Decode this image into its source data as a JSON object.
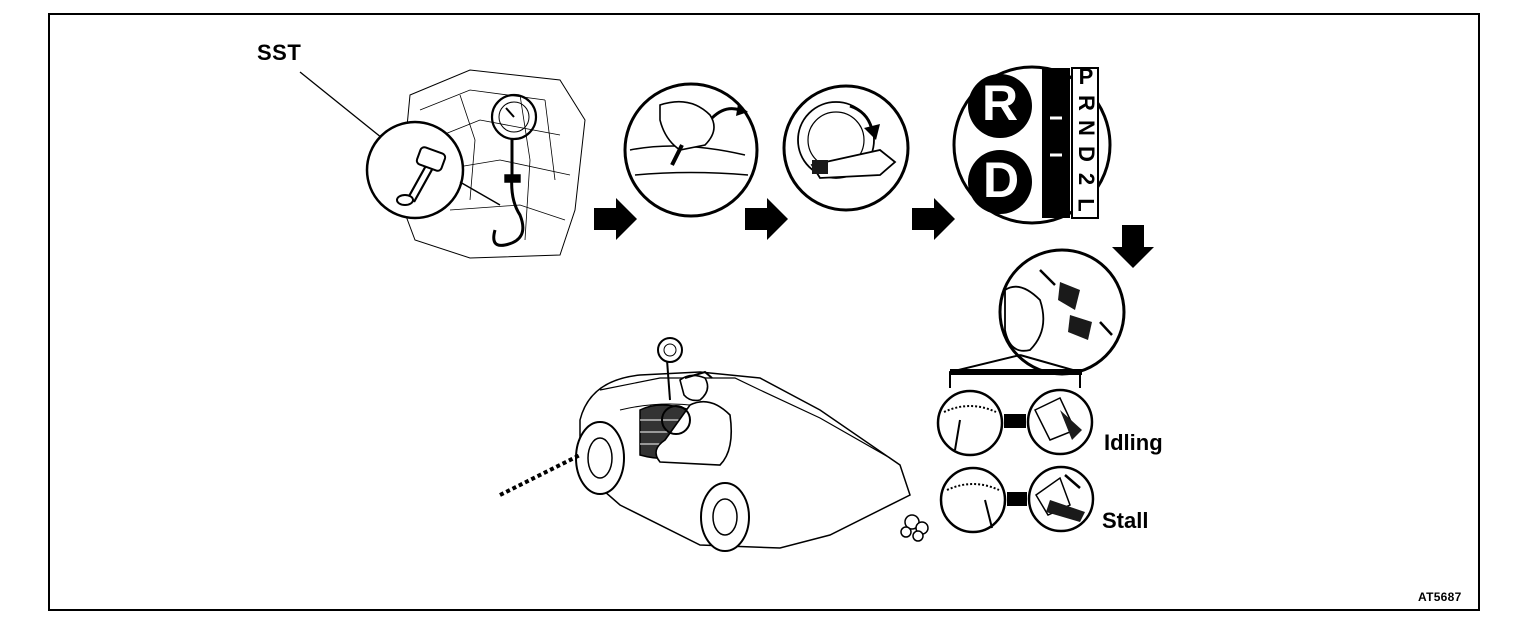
{
  "labels": {
    "sst": "SST",
    "idling": "Idling",
    "stall": "Stall",
    "figure_code": "AT5687"
  },
  "selector": {
    "reverse": "R",
    "drive": "D",
    "positions": [
      "P",
      "R",
      "N",
      "D",
      "2",
      "L"
    ]
  },
  "steps": [
    "install-pressure-gauge",
    "apply-parking-brake",
    "start-engine",
    "shift-to-R-or-D",
    "press-brake-and-accelerator",
    "read-pressure-at-idling-and-stall"
  ],
  "colors": {
    "ink": "#000000",
    "paper": "#ffffff",
    "shade": "#1a1a1a"
  }
}
